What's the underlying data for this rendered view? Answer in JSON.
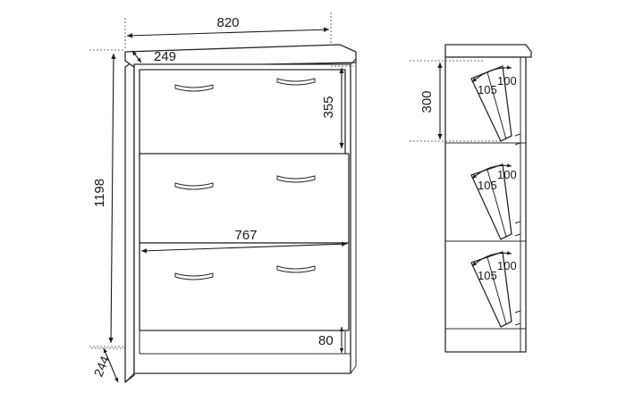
{
  "dimensions": {
    "total_width": "820",
    "depth_top": "249",
    "drawer_height": "355",
    "total_height": "1198",
    "inner_width": "767",
    "plinth_height": "80",
    "base_depth": "244",
    "side_section_height": "300",
    "tilt_angle_a": "105",
    "tilt_angle_b": "100"
  },
  "colors": {
    "line": "#2a2a2a",
    "background": "#ffffff"
  }
}
